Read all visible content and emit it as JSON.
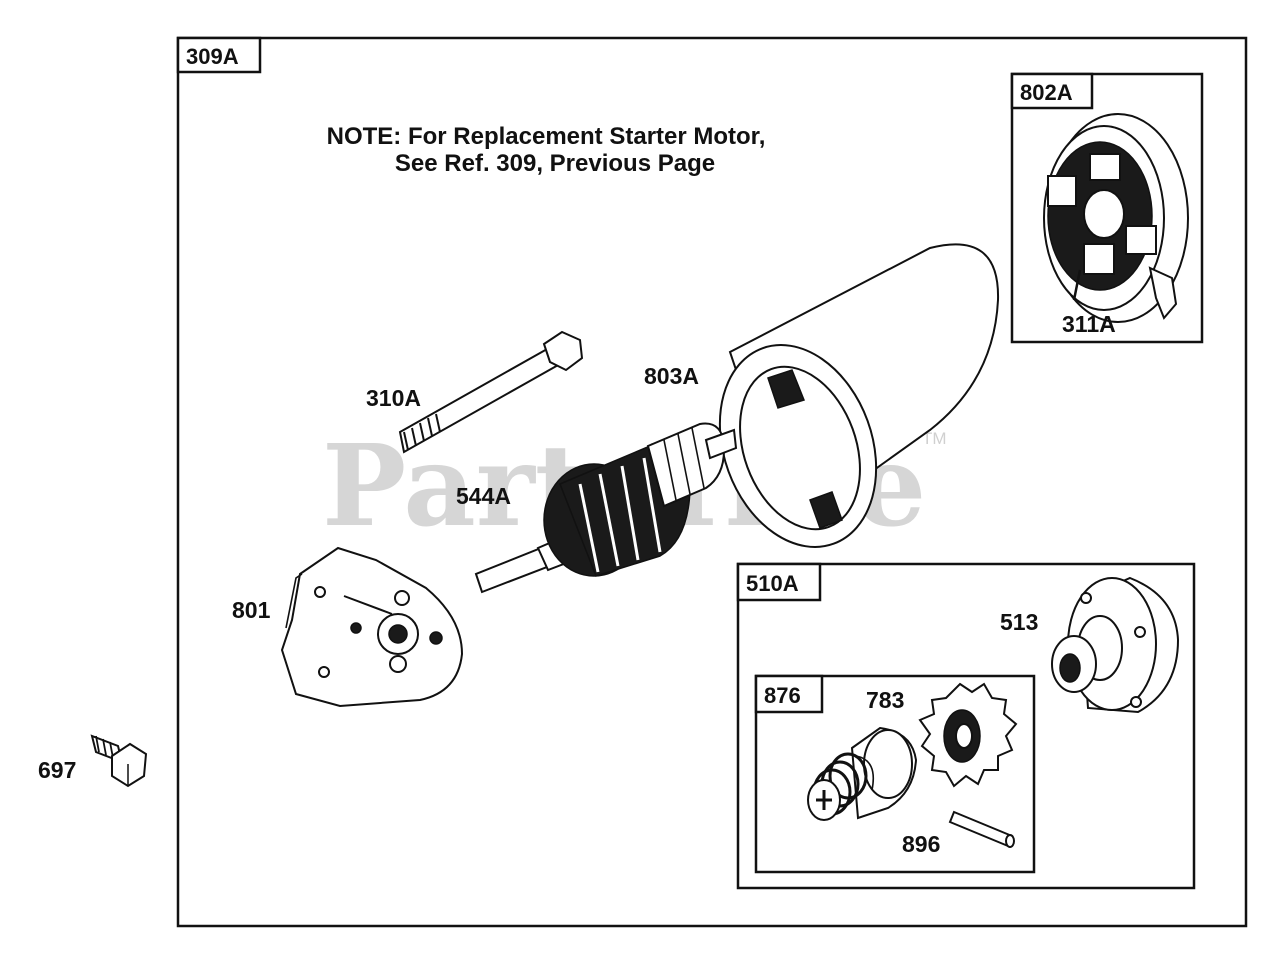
{
  "watermark": {
    "text": "PartsTree",
    "trademark": "TM"
  },
  "note": {
    "line1": "NOTE: For Replacement Starter Motor,",
    "line2": "See Ref. 309, Previous Page"
  },
  "boxes": {
    "main": "309A",
    "brush_assembly": "802A",
    "drive_assembly": "510A",
    "clutch_assembly": "876"
  },
  "parts": {
    "brush": "311A",
    "thru_bolt": "310A",
    "housing": "803A",
    "armature": "544A",
    "end_cap": "801",
    "drive_cap": "513",
    "pinion_gear": "783",
    "roll_pin": "896",
    "mount_screw": "697"
  }
}
